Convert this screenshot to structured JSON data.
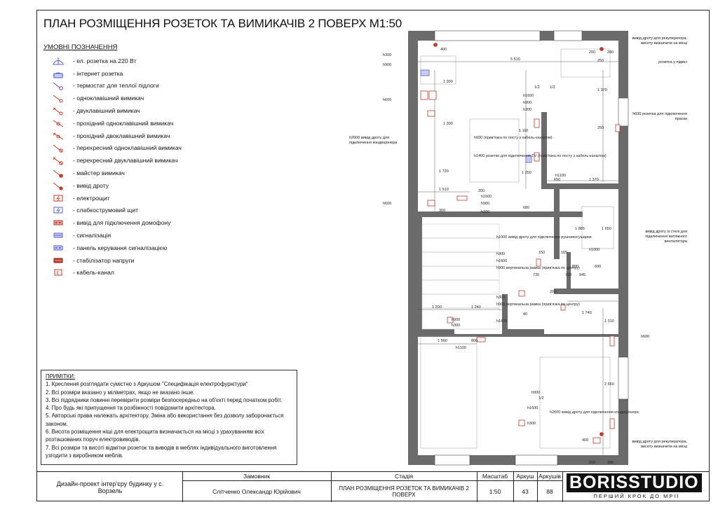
{
  "title": "ПЛАН РОЗМІЩЕННЯ РОЗЕТОК ТА ВИМИКАЧІВ 2 ПОВЕРХ М1:50",
  "legend": {
    "heading": "УМОВНІ ПОЗНАЧЕННЯ",
    "items": [
      {
        "icon": "socket-220v-icon",
        "label": "- ел. розетка на 220 Вт"
      },
      {
        "icon": "internet-socket-icon",
        "label": "- інтернет розетка"
      },
      {
        "icon": "floor-heating-thermostat-icon",
        "label": "- термостат для теплої підлоги"
      },
      {
        "icon": "single-switch-icon",
        "label": "- одноклавішний вимикач"
      },
      {
        "icon": "double-switch-icon",
        "label": "- двуклавішний вимикач"
      },
      {
        "icon": "pass-single-switch-icon",
        "label": "- прохідний одноклавішний вимикач"
      },
      {
        "icon": "pass-double-switch-icon",
        "label": "- прохідний двоклавішний вимикач"
      },
      {
        "icon": "cross-single-switch-icon",
        "label": "- перехресний одноклавішний вимикач"
      },
      {
        "icon": "cross-double-switch-icon",
        "label": "- перехресний двуклавішний вимикач"
      },
      {
        "icon": "master-switch-icon",
        "label": "- майстер вимикач"
      },
      {
        "icon": "wire-outlet-icon",
        "label": "- вивід дроту"
      },
      {
        "icon": "electric-panel-icon",
        "label": "- електрощит"
      },
      {
        "icon": "low-current-panel-icon",
        "label": "- слабкострумовий щит"
      },
      {
        "icon": "intercom-outlet-icon",
        "label": "- вивід для підключення домофону"
      },
      {
        "icon": "alarm-icon",
        "label": "- сигналізація"
      },
      {
        "icon": "alarm-panel-icon",
        "label": "- панель керування сигналізацією"
      },
      {
        "icon": "voltage-stabilizer-icon",
        "label": "- стабілізатор напруги"
      },
      {
        "icon": "cable-channel-icon",
        "label": "- кабель-канал"
      }
    ]
  },
  "notes": {
    "heading": "ПРИМІТКИ:",
    "items": [
      "1. Креслення розглядати сумістно з Аркушом \"Специфікація електрофурнітури\"",
      "2. Всі розміри вказано у міліметрах, якщо не вказано інше.",
      "3. Всі підрядники повинні перевірити розміри безпосередньо на об'єкті перед початком робіт.",
      "4. Про будь які припущення та розбіжності повідомити архітектора.",
      "5. Авторські права належать архітектору. Зміна або використання без дозволу заборонається законом.",
      "6. Висота розміщення ніші для електрощита визначається на місці з урахуванням всіх розташованих поруч електровиводів.",
      "7. Всі розміри та висоті відмітки розеток та виводів в меблях індивідуального виготовлення узгодити з виробником меблів."
    ]
  },
  "plan_labels": {
    "h300_top": "h300",
    "h900_top": "h900",
    "dim_5510": "5 510",
    "dim_400_top": "400",
    "dim_200_top": "200",
    "dim_280": "280",
    "dim_250_top": "250",
    "right_top_note": "вивід дроту для рекуператора, висоту визначити на місці",
    "right_bath_socket": "розетка у підвісі",
    "dim_1300_a": "1 300",
    "dim_1370": "1 370",
    "h600_left": "h600",
    "h1600_a": "h1600",
    "h900_a": "h900",
    "h300_a": "h300",
    "half_a": "1/2",
    "half_b": "1/2",
    "h600_iron": "h600 розетка для підключення праски",
    "dim_250_b": "250",
    "dim_1300_b": "1 300",
    "dim_1110": "1 110",
    "ac_left": "h2600 вивід дроту для підключення кондиціонера",
    "h600_tv": "h600 (прив'язка по посту з кабель-каналом)",
    "h1400_tv": "h1400 розетки для підключення TV (прив'язка по посту з кабель-каналом)",
    "dim_1250": "1 250",
    "dim_1720": "1 720",
    "h1100_a": "h1100",
    "dim_650": "650",
    "dim_1370_b": "1 370",
    "dim_1510": "1 510",
    "dim_200_b": "200",
    "h1600_b": "h1600",
    "h900_b": "h900",
    "h300_b": "h300",
    "h600_left_b": "h600",
    "dim_300": "300",
    "dim_680": "680",
    "dim_1885": "1 885",
    "dim_1650": "1 650",
    "towel_note": "h1000 вивід дроту для підключення рушникосушарки",
    "wall_note": "вивід дроту зі стелі для підключення витяжного вентилятора",
    "h300_c": "h300",
    "h1600_c": "h1600",
    "h900_frame": "h900 вертикальна рамка (прив'язка по центру)",
    "h1000_b": "h1000",
    "dim_800": "800",
    "dim_690": "690",
    "dim_150": "150",
    "dim_165": "165",
    "dim_730": "730",
    "dim_700": "700",
    "dim_945": "945",
    "dim_200_c": "200",
    "h300_d": "h300",
    "h900_frame_b": "h900 вертикальна рамка (прив'язка по центру)",
    "h1600_d": "h1600",
    "dim_40": "40",
    "dim_1200": "1 200",
    "dim_1240": "1 240",
    "h900_c": "h900",
    "h300_e": "h300",
    "dim_1740": "1 740",
    "dim_1310": "1 310",
    "h600_right": "h600",
    "dim_1560": "1 560",
    "dim_800_b": "800",
    "h1100_b": "h1100",
    "dim_2650": "2 650",
    "h900_d": "h900",
    "h1600_e": "h1600",
    "half_c": "1/2",
    "h300_f": "h300",
    "ac_right": "h2600 вивід дроту для підключення кондиціонера",
    "dim_400_b": "400",
    "dim_200_d": "200",
    "dim_380": "380",
    "right_bottom_note": "вивід дроту для рекуператора, висоту визначити на місці"
  },
  "titleblock": {
    "designer_label": "Замовник",
    "stage_label": "Стадія",
    "scale_label": "Масштаб",
    "sheet_label": "Аркуш",
    "sheets_label": "Аркушів",
    "project": "Дизайн-проект інтер'єру будинку у с. Ворзель",
    "client": "Слітченко Олександр Юрійович",
    "sheet_title": "ПЛАН РОЗМІЩЕННЯ РОЗЕТОК ТА ВИМИКАЧІВ 2 ПОВЕРХ",
    "scale": "1:50",
    "sheet": "43",
    "sheets": "88"
  },
  "logo": {
    "name": "BORISSTUDIO",
    "tagline": "ПЕРШИЙ КРОК ДО МРІЇ"
  },
  "colors": {
    "wall": "#6b6b6b",
    "electric": "#c0392b",
    "internet": "#5560c8",
    "line": "#222222"
  }
}
